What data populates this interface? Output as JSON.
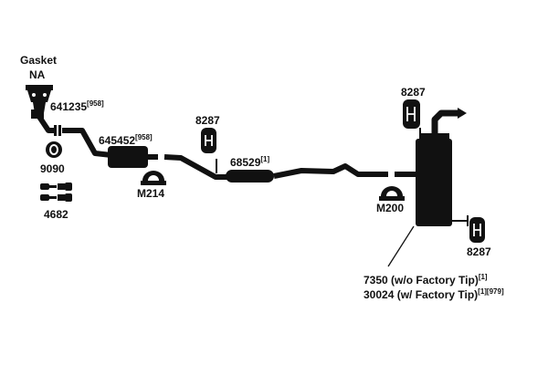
{
  "colors": {
    "parts": "#111111",
    "background": "#ffffff"
  },
  "labels": {
    "gasket": "Gasket",
    "gasket_na": "NA",
    "manifold_pipe": "641235",
    "manifold_pipe_ref": "[958]",
    "gasket_ring": "9090",
    "bolts": "4682",
    "catalytic_converter": "645452",
    "catalytic_converter_ref": "[958]",
    "hanger_front": "8287",
    "clamp_front": "M214",
    "resonator": "68529",
    "resonator_ref": "[1]",
    "clamp_rear": "M200",
    "hanger_upper_rear": "8287",
    "hanger_lower_rear": "8287",
    "muffler_line1": "7350 (w/o Factory Tip)",
    "muffler_line1_ref": "[1]",
    "muffler_line2": "30024 (w/ Factory Tip)",
    "muffler_line2_ref": "[1][979]"
  }
}
